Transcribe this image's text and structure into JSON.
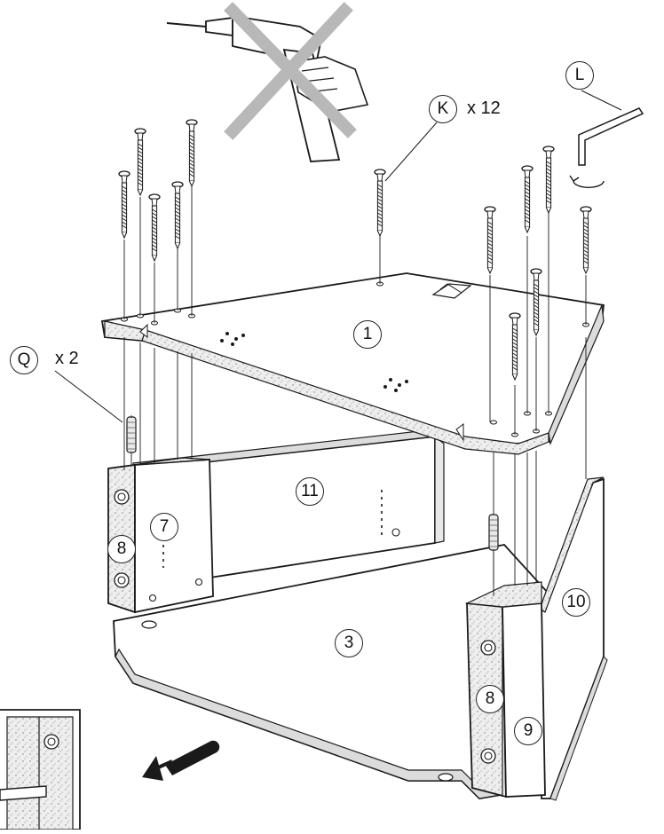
{
  "labels": {
    "K": "K",
    "K_qty": "x 12",
    "L": "L",
    "Q": "Q",
    "Q_qty": "x 2",
    "p1": "1",
    "p3": "3",
    "p7": "7",
    "p8a": "8",
    "p8b": "8",
    "p9": "9",
    "p10": "10",
    "p11": "11"
  },
  "colors": {
    "line": "#1a1a1a",
    "panel": "#ffffff",
    "edge": "#d9d9d9",
    "cross": "#b8b8b8"
  }
}
